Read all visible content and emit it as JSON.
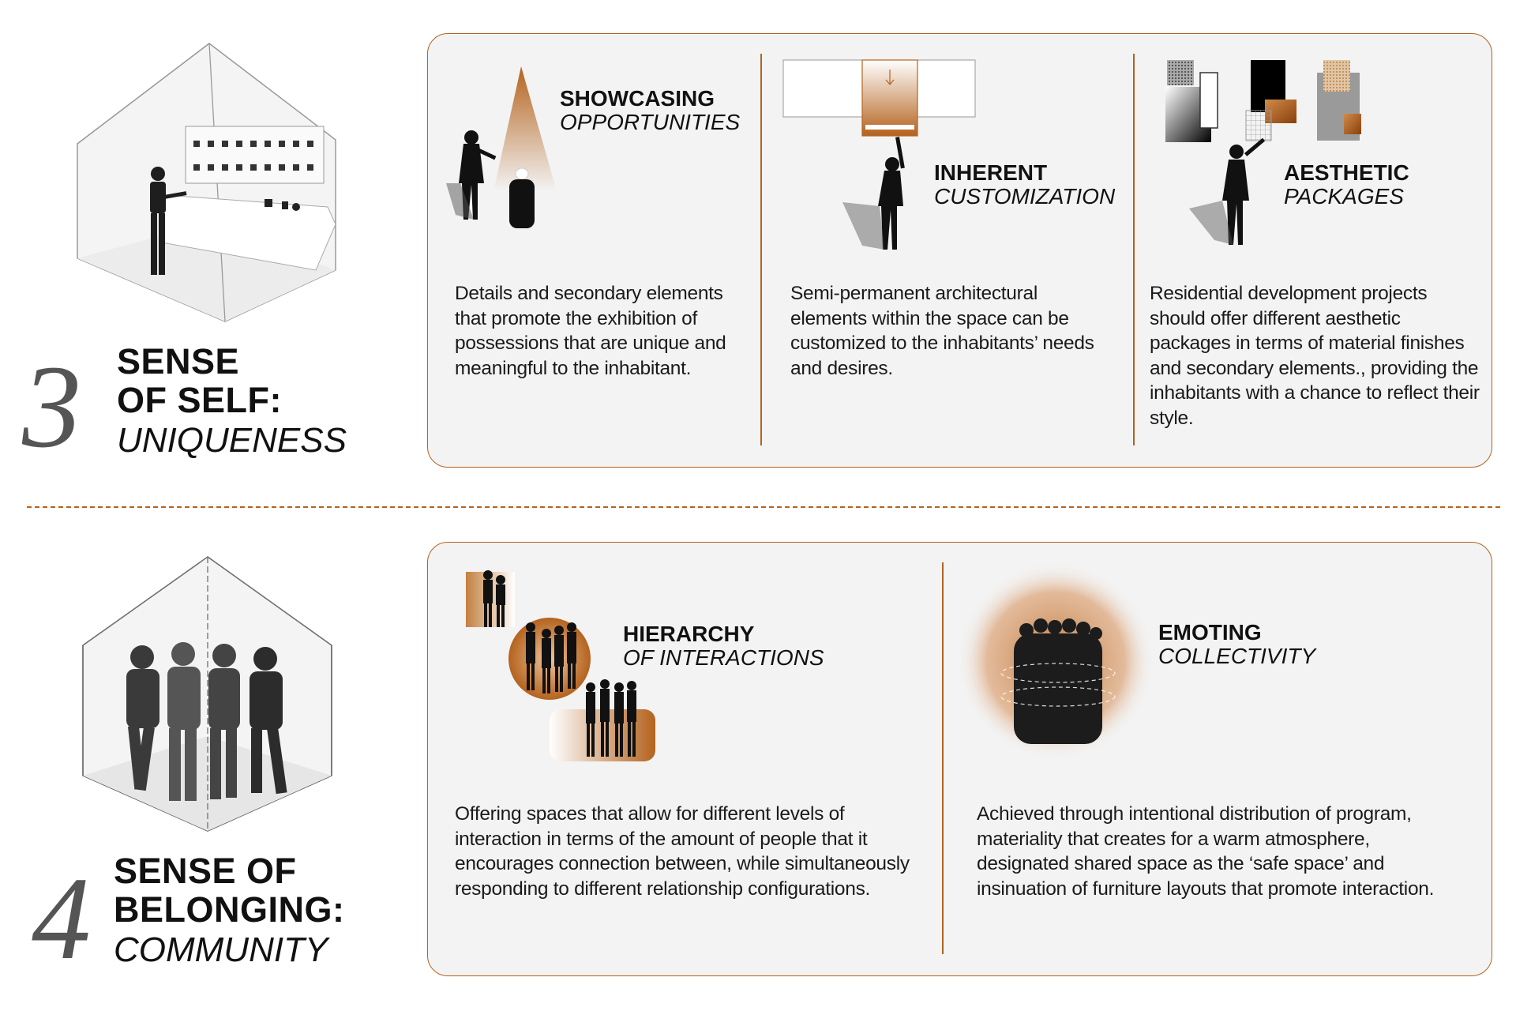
{
  "sections": [
    {
      "number": "3",
      "title_line1": "SENSE",
      "title_line2": "OF SELF:",
      "subtitle": "UNIQUENESS",
      "items": [
        {
          "title": "SHOWCASING",
          "subtitle": "OPPORTUNITIES",
          "description": "Details and secondary elements that promote the exhibition of possessions that are unique and meaningful to the inhabitant."
        },
        {
          "title": "INHERENT",
          "subtitle": "CUSTOMIZATION",
          "description": "Semi-permanent architectural elements within the space can be customized to the inhabitants’ needs and desires."
        },
        {
          "title": "AESTHETIC",
          "subtitle": "PACKAGES",
          "description": "Residential development projects should offer different aesthetic packages in terms of material finishes and secondary elements., providing the inhabitants with a chance to reflect their style."
        }
      ]
    },
    {
      "number": "4",
      "title_line1": "SENSE OF",
      "title_line2": "BELONGING:",
      "subtitle": "COMMUNITY",
      "items": [
        {
          "title": "HIERARCHY",
          "subtitle": "OF INTERACTIONS",
          "description": "Offering spaces that allow for different levels of interaction in terms of the amount of people that it encourages connection between, while simultaneously responding to different relationship configurations."
        },
        {
          "title": "EMOTING",
          "subtitle": "COLLECTIVITY",
          "description": "Achieved through intentional distribution of program, materiality that creates for a warm atmosphere, designated shared space as the ‘safe space’ and insinuation of furniture layouts that promote interaction."
        }
      ]
    }
  ],
  "colors": {
    "accent": "#b4631e",
    "panel_bg": "#f3f3f3",
    "text": "#111111"
  },
  "icons": [
    "house-uniqueness-illustration",
    "spotlight-pedestal-icon",
    "custom-panel-icon",
    "material-swatches-icon",
    "house-community-illustration",
    "group-scales-icon",
    "warm-glow-crowd-icon"
  ]
}
